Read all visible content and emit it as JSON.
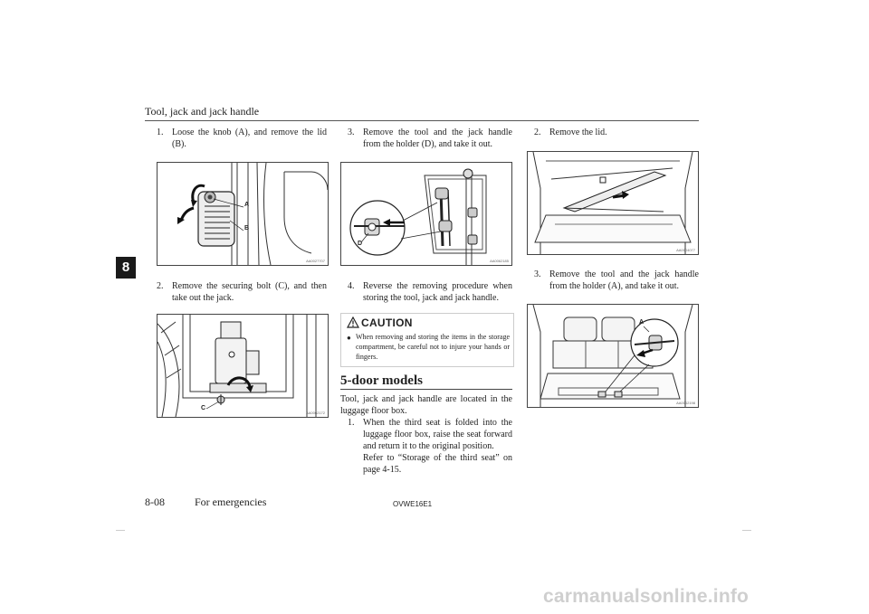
{
  "header": {
    "title": "Tool, jack and jack handle"
  },
  "tab": {
    "chapter_number": "8"
  },
  "col1": {
    "step1": {
      "num": "1.",
      "text": "Loose the knob (A), and remove the lid (B)."
    },
    "fig1": {
      "label_a": "A",
      "label_b": "B",
      "code": "AA0027707"
    },
    "step2": {
      "num": "2.",
      "text": "Remove the securing bolt (C), and then take out the jack."
    },
    "fig2": {
      "label_c": "C",
      "code": "AA0062172"
    }
  },
  "col2": {
    "step3": {
      "num": "3.",
      "text": "Remove the tool and the jack handle from the holder (D), and take it out."
    },
    "fig3": {
      "label_d": "D",
      "code": "AA0062185"
    },
    "step4": {
      "num": "4.",
      "text": "Reverse the removing procedure when storing the tool, jack and jack handle."
    },
    "caution": {
      "heading": "CAUTION",
      "bullet": "l",
      "text": "When removing and storing the items in the storage compartment, be careful not to injure your hands or fingers."
    },
    "section": {
      "heading": "5-door models"
    },
    "intro": "Tool, jack and jack handle are located in the luggage floor box.",
    "step1": {
      "num": "1.",
      "text": "When the third seat is folded into the luggage floor box, raise the seat forward and return it to the original position.",
      "ref": "Refer to “Storage of the third seat” on page 4-15."
    }
  },
  "col3": {
    "step2": {
      "num": "2.",
      "text": "Remove the lid."
    },
    "fig4": {
      "code": "AA0004077"
    },
    "step3": {
      "num": "3.",
      "text": "Remove the tool and the jack handle from the holder (A), and take it out."
    },
    "fig5": {
      "label_a": "A",
      "code": "AA0062198"
    }
  },
  "footer": {
    "page": "8-08",
    "chapter": "For emergencies",
    "code": "OVWE16E1"
  },
  "watermark": "carmanualsonline.info"
}
